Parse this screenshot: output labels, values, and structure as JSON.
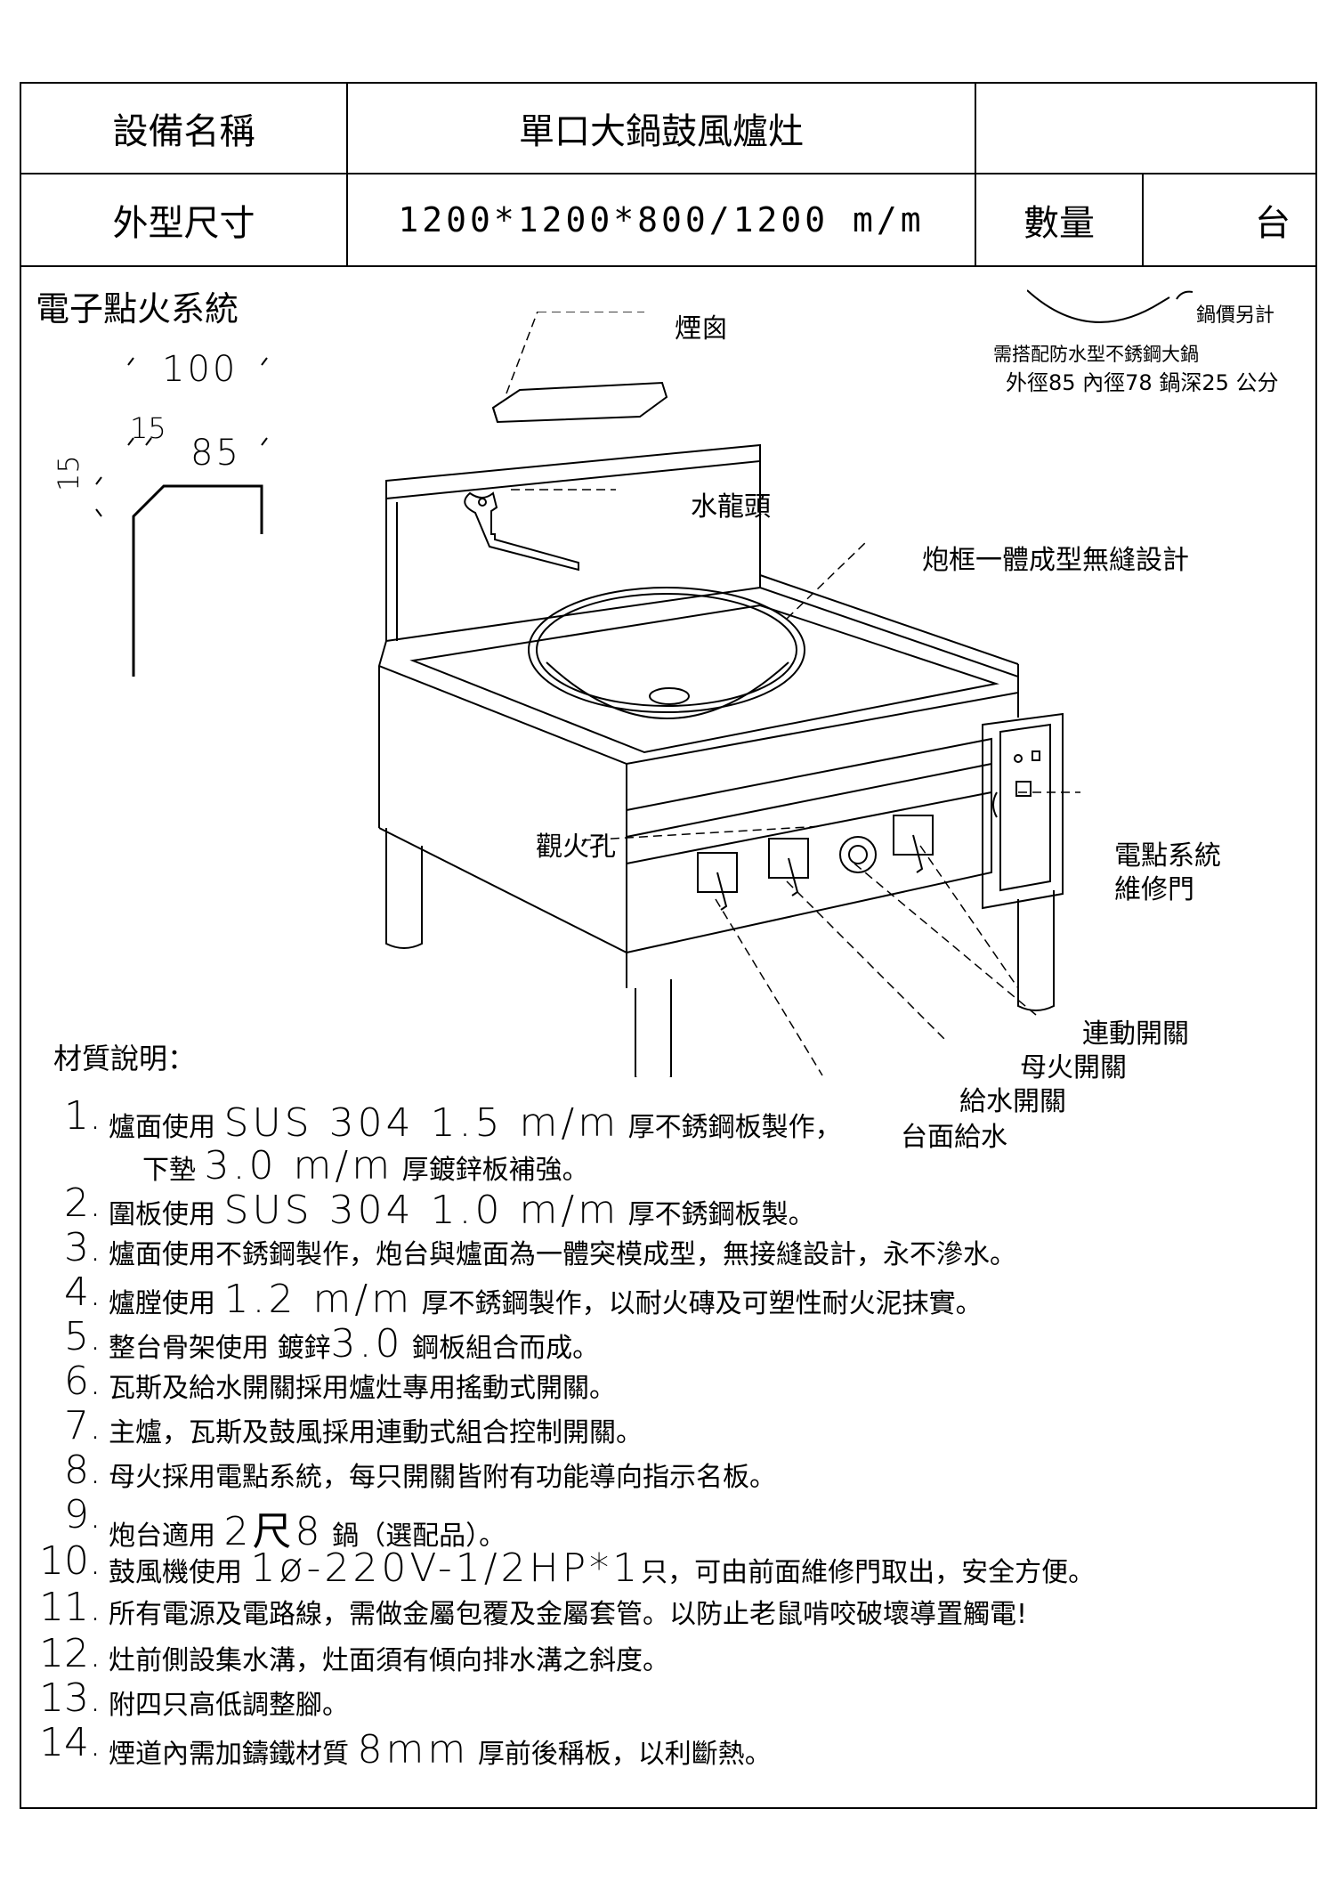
{
  "header": {
    "equipment_label": "設備名稱",
    "equipment_name": "單口大鍋鼓風爐灶",
    "dimension_label": "外型尺寸",
    "dimension_value": "1200*1200*800/1200 m/m",
    "quantity_label": "數量",
    "quantity_unit": "台"
  },
  "drawing": {
    "ignition_title": "電子點火系統",
    "dims": {
      "top": "100",
      "left_small": "15",
      "inner": "85",
      "side": "15"
    },
    "pot_note_price": "鍋價另計",
    "pot_note_line1": "需搭配防水型不銹鋼大鍋",
    "pot_note_line2": "外徑85 內徑78 鍋深25 公分",
    "callouts": {
      "chimney": "煙囪",
      "faucet": "水龍頭",
      "frame": "炮框一體成型無縫設計",
      "peephole": "觀火孔",
      "ignition_door_1": "電點系統",
      "ignition_door_2": "維修門",
      "linked_switch": "連動開關",
      "pilot_switch": "母火開關",
      "water_switch": "給水開關",
      "counter_water": "台面給水"
    }
  },
  "materials": {
    "title": "材質說明：",
    "items": [
      {
        "num": "1.",
        "pre": "爐面使用",
        "big": "SUS 304 1.5 m/m",
        "post": "厚不銹鋼板製作，"
      },
      {
        "num": "",
        "pre": "下墊",
        "big": "3.0 m/m",
        "post": "厚鍍鋅板補強。"
      },
      {
        "num": "2.",
        "pre": "圍板使用",
        "big": "SUS 304 1.0 m/m",
        "post": "厚不銹鋼板製。"
      },
      {
        "num": "3.",
        "pre": "爐面使用不銹鋼製作，炮台與爐面為一體突模成型，無接縫設計，永不滲水。",
        "big": "",
        "post": ""
      },
      {
        "num": "4.",
        "pre": "爐膛使用",
        "big": "1.2 m/m",
        "post": "厚不銹鋼製作，以耐火磚及可塑性耐火泥抹實。"
      },
      {
        "num": "5.",
        "pre": "整台骨架使用 鍍鋅",
        "big": "3.0",
        "post": "鋼板組合而成。"
      },
      {
        "num": "6.",
        "pre": "瓦斯及給水開關採用爐灶專用搖動式開關。",
        "big": "",
        "post": ""
      },
      {
        "num": "7.",
        "pre": "主爐，瓦斯及鼓風採用連動式組合控制開關。",
        "big": "",
        "post": ""
      },
      {
        "num": "8.",
        "pre": "母火採用電點系統，每只開關皆附有功能導向指示名板。",
        "big": "",
        "post": ""
      },
      {
        "num": "9.",
        "pre": "炮台適用",
        "big": "2尺8",
        "post": "鍋（選配品）。"
      },
      {
        "num": "10.",
        "pre": "鼓風機使用",
        "big": "1ø-220V-1/2HP*1",
        "post": "只，可由前面維修門取出，安全方便。"
      },
      {
        "num": "11.",
        "pre": "所有電源及電路線，需做金屬包覆及金屬套管。以防止老鼠啃咬破壞導置觸電!",
        "big": "",
        "post": ""
      },
      {
        "num": "12.",
        "pre": "灶前側設集水溝，灶面須有傾向排水溝之斜度。",
        "big": "",
        "post": ""
      },
      {
        "num": "13.",
        "pre": "附四只高低調整腳。",
        "big": "",
        "post": ""
      },
      {
        "num": "14.",
        "pre": "煙道內需加鑄鐵材質",
        "big": "8mm",
        "post": "厚前後稱板，以利斷熱。"
      }
    ]
  }
}
